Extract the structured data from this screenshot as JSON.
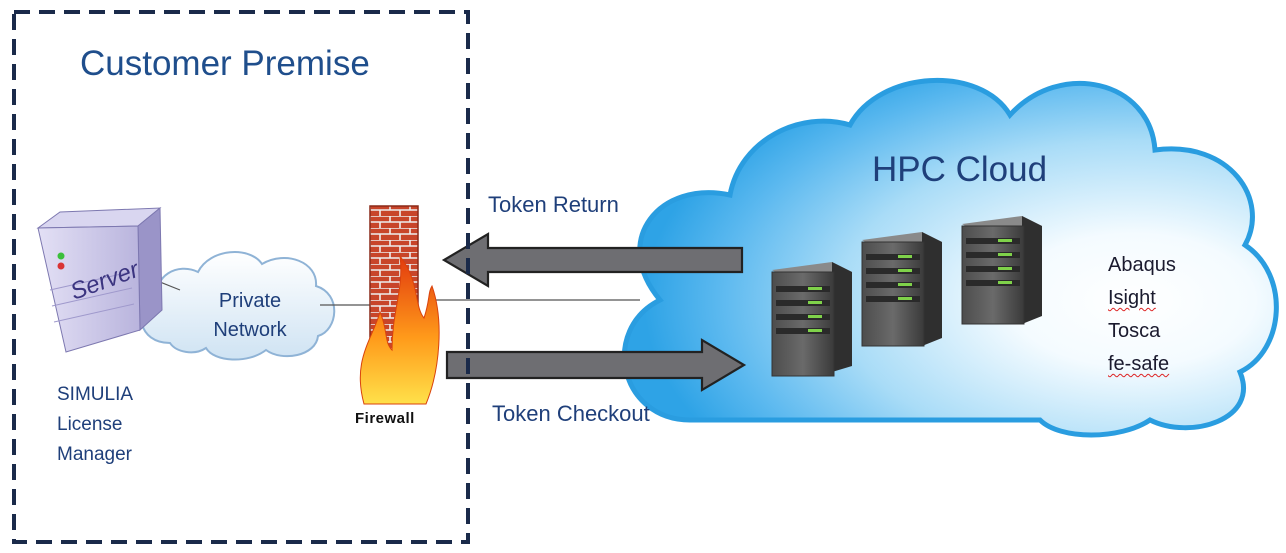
{
  "premise": {
    "title": "Customer Premise",
    "server_label": "Server",
    "license_manager_lines": [
      "SIMULIA",
      "License",
      "Manager"
    ],
    "private_network": "Private Network",
    "firewall_label": "Firewall"
  },
  "cloud": {
    "title": "HPC Cloud",
    "applications": [
      "Abaqus",
      "Isight",
      "Tosca",
      "fe-safe"
    ]
  },
  "flows": {
    "token_return": "Token Return",
    "token_checkout": "Token Checkout"
  },
  "colors": {
    "premise_border": "#1a2a4a",
    "title_blue": "#1f4e8c",
    "cloud_outer": "#2ea3e6",
    "cloud_inner": "#ffffff",
    "arrow_fill": "#6e6e72",
    "server_purple": "#c7c2e6",
    "brick": "#c8452a"
  }
}
